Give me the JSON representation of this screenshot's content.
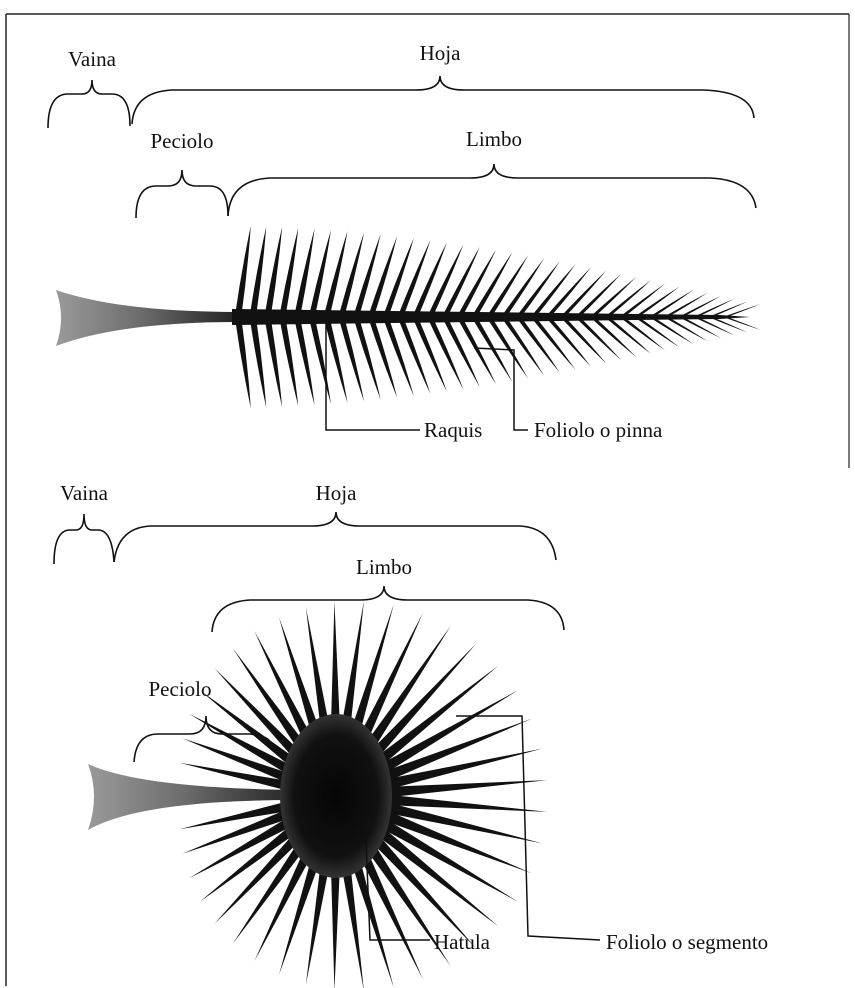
{
  "figure": {
    "pinnate": {
      "labels": {
        "vaina": "Vaina",
        "hoja": "Hoja",
        "peciolo": "Peciolo",
        "limbo": "Limbo",
        "raquis": "Raquis",
        "foliolo": "Foliolo o pinna"
      },
      "ink_color": "#111111"
    },
    "palmate": {
      "labels": {
        "vaina": "Vaina",
        "hoja": "Hoja",
        "limbo": "Limbo",
        "peciolo": "Peciolo",
        "hastula": "Hatula",
        "segmento": "Foliolo o segmento"
      },
      "ink_color": "#111111"
    }
  }
}
